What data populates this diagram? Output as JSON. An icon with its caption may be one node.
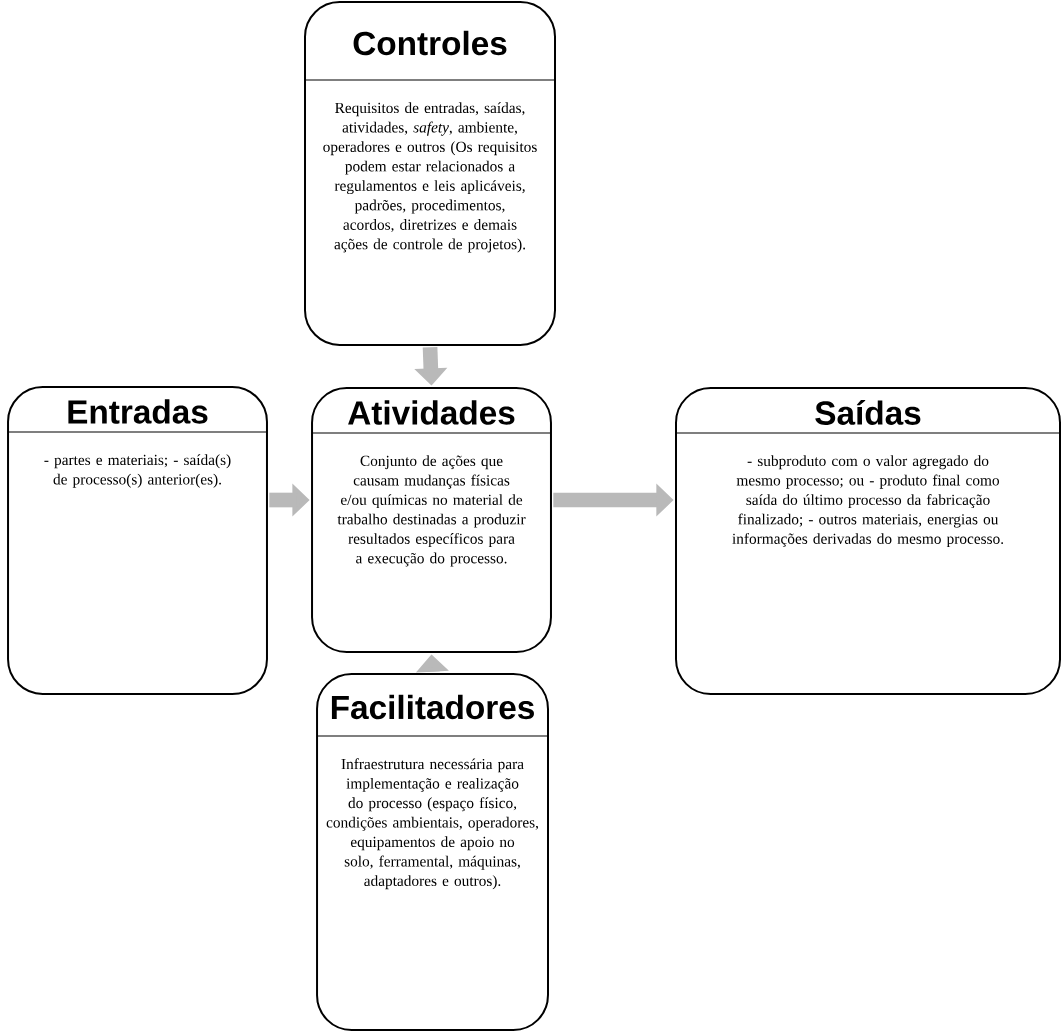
{
  "diagram": {
    "nodes": [
      {
        "text": [
          "Controles",
          "Requisitos de entradas, saídas, atividades, *safety*, ambiente, operadores e outros (Os requisitos podem estar relacionados a regulamentos e leis aplicáveis, padrões, procedimentos, acordos, diretrizes e demais ações de controle de projetos)."
        ]
      },
      {
        "text": [
          "Entradas",
          "- partes e materiais; - saída(s) de processo(s) anterior(es)."
        ]
      },
      {
        "text": [
          "Atividades",
          "Conjunto de ações que causam mudanças físicas e/ou químicas no material de trabalho destinadas a produzir resultados específicos para a execução do processo."
        ]
      },
      {
        "text": [
          "Saídas",
          "- subproduto com o valor agregado do mesmo processo; ou - produto final como saída do último processo da fabricação finalizado; - outros materiais, energias ou informações derivadas do mesmo processo."
        ]
      },
      {
        "text": [
          "Facilitadores",
          "Infraestrutura necessária para implementação e realização do processo (espaço físico, condições ambientais, operadores, equipamentos de apoio no solo, ferramental, máquinas, adaptadores e outros)."
        ]
      }
    ],
    "edges": [
      {
        "from": 0,
        "to": 2,
        "arrow": "to"
      },
      {
        "from": 1,
        "to": 2,
        "arrow": "to"
      },
      {
        "from": 2,
        "to": 3,
        "arrow": "to"
      },
      {
        "from": 4,
        "to": 2,
        "arrow": "to"
      }
    ]
  }
}
